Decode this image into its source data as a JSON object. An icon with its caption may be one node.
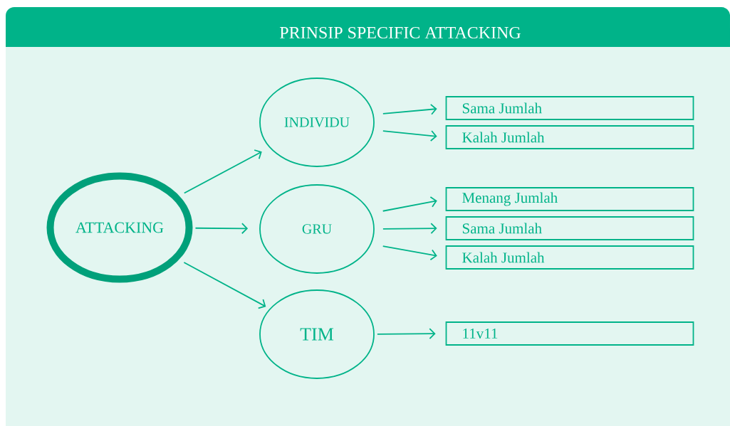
{
  "diagram": {
    "title": "PRINSIP SPECIFIC ATTACKING",
    "nodes": [
      {
        "text": [
          "ATTACKING"
        ]
      },
      {
        "text": [
          "INDIVIDU"
        ]
      },
      {
        "text": [
          "GRU"
        ]
      },
      {
        "text": [
          "TIM"
        ]
      },
      {
        "text": [
          "Sama Jumlah"
        ]
      },
      {
        "text": [
          "Kalah Jumlah"
        ]
      },
      {
        "text": [
          "Menang Jumlah"
        ]
      },
      {
        "text": [
          "Sama Jumlah"
        ]
      },
      {
        "text": [
          "Kalah Jumlah"
        ]
      },
      {
        "text": [
          "11v11"
        ]
      }
    ],
    "edges": [
      {
        "from": 0,
        "to": 1,
        "arrow": "to"
      },
      {
        "from": 0,
        "to": 2,
        "arrow": "to"
      },
      {
        "from": 0,
        "to": 3,
        "arrow": "to"
      },
      {
        "from": 1,
        "to": 4,
        "arrow": "to"
      },
      {
        "from": 1,
        "to": 5,
        "arrow": "to"
      },
      {
        "from": 2,
        "to": 6,
        "arrow": "to"
      },
      {
        "from": 2,
        "to": 7,
        "arrow": "to"
      },
      {
        "from": 2,
        "to": 8,
        "arrow": "to"
      },
      {
        "from": 3,
        "to": 9,
        "arrow": "to"
      }
    ]
  }
}
